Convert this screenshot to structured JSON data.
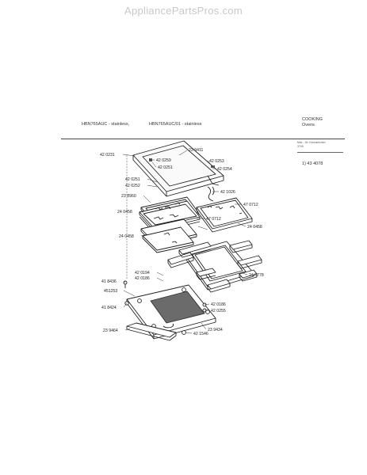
{
  "watermark": "AppliancePartsPros.com",
  "header": {
    "model_1": "HBN765AUC - stainless,",
    "model_2": "HBN765AUC/01 - stainless",
    "category": "COOKING",
    "subcategory": "Ovens"
  },
  "corner_box": {
    "line_1": "Mat. - Nr.   Kennzeichen",
    "line_2": "3740"
  },
  "reference_note": "1) 43 4078",
  "labels": [
    "42 0231",
    "23 9411",
    "42 0259",
    "42 0253",
    "42 0251",
    "42 0254",
    "42 0251",
    "42 0252",
    "42 1026",
    "23 8960",
    "47 0712",
    "24 0458",
    "47 0712",
    "24 0458",
    "24 0458",
    "42 0194",
    "24 0778",
    "42 0186",
    "41 8436",
    "451253",
    "41 8424",
    "42 0186",
    "42 0255",
    "23 9434",
    "23 9464",
    "42 1546"
  ]
}
